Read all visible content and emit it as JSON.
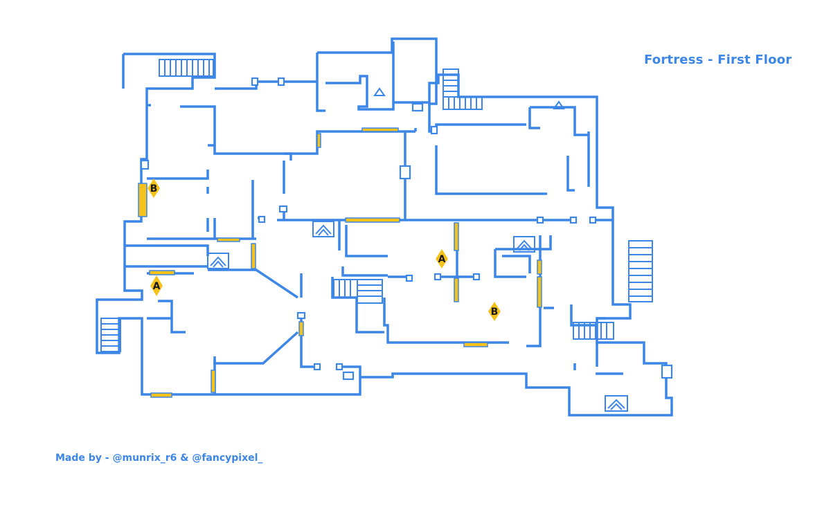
{
  "map": {
    "title": "Fortress - First Floor",
    "credits": "Made by - @munrix_r6 & @fancypixel_"
  },
  "sites": [
    {
      "id": "site-b-west",
      "label": "B"
    },
    {
      "id": "site-a-west",
      "label": "A"
    },
    {
      "id": "site-a-east",
      "label": "A"
    },
    {
      "id": "site-b-east",
      "label": "B"
    }
  ],
  "colors": {
    "walls": "#3b86e6",
    "barricades": "#f5c21b",
    "background": "#ffffff",
    "labels": "#3b86e6"
  },
  "icons": [
    "stairs-icon",
    "ladder-hatch-icon",
    "window-arrow-icon",
    "bomb-site-marker-icon"
  ]
}
